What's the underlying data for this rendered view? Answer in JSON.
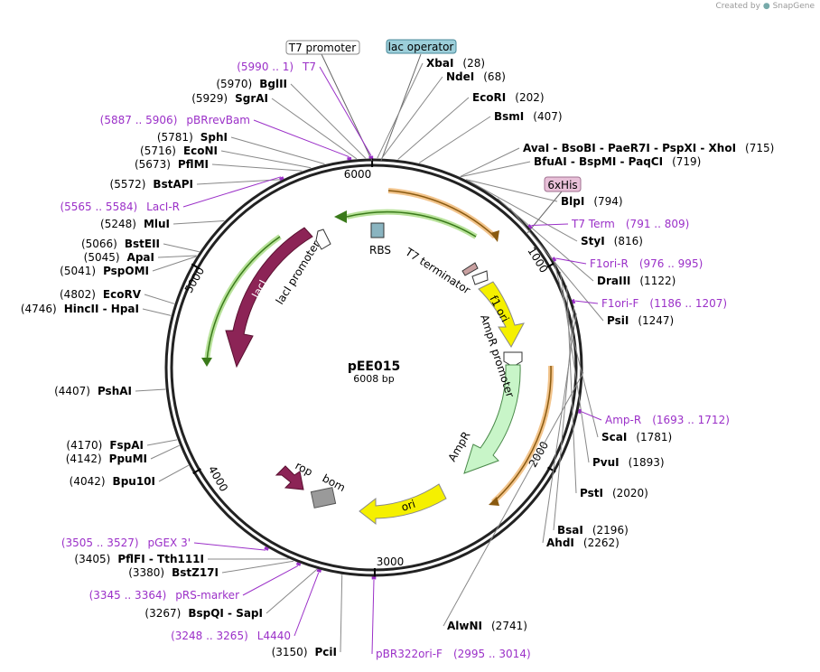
{
  "credit": {
    "prefix": "Created by",
    "brand": "SnapGene"
  },
  "plasmid": {
    "name": "pEE015",
    "length_label": "6008 bp",
    "length": 6008
  },
  "ticks": [
    {
      "bp": 1000,
      "label": "1000"
    },
    {
      "bp": 2000,
      "label": "2000"
    },
    {
      "bp": 3000,
      "label": "3000"
    },
    {
      "bp": 4000,
      "label": "4000"
    },
    {
      "bp": 5000,
      "label": "5000"
    },
    {
      "bp": 6000,
      "label": "6000"
    }
  ],
  "boxed_labels": [
    {
      "text": "T7 promoter",
      "style": "white"
    },
    {
      "text": "lac operator",
      "style": "blue"
    },
    {
      "text": "6xHis",
      "style": "pink"
    }
  ],
  "features": {
    "RBS": "RBS",
    "T7terminator": "T7 terminator",
    "lacI": "lacI",
    "lacIpromoter": "lacI promoter",
    "f1ori": "f1 ori",
    "AmpRpromoter": "AmpR promoter",
    "AmpR": "AmpR",
    "ori": "ori",
    "rop": "rop",
    "bom": "bom"
  },
  "enzymes": [
    {
      "name": "XbaI",
      "pos": "(28)"
    },
    {
      "name": "NdeI",
      "pos": "(68)"
    },
    {
      "name": "EcoRI",
      "pos": "(202)"
    },
    {
      "name": "BsmI",
      "pos": "(407)"
    },
    {
      "name": "AvaI  - BsoBI  - PaeR7I  - PspXI  - XhoI",
      "pos": "(715)"
    },
    {
      "name": "BfuAI  - BspMI  - PaqCI",
      "pos": "(719)"
    },
    {
      "name": "BlpI",
      "pos": "(794)"
    },
    {
      "name": "StyI",
      "pos": "(816)"
    },
    {
      "name": "DraIII",
      "pos": "(1122)"
    },
    {
      "name": "PsiI",
      "pos": "(1247)"
    },
    {
      "name": "ScaI",
      "pos": "(1781)"
    },
    {
      "name": "PvuI",
      "pos": "(1893)"
    },
    {
      "name": "PstI",
      "pos": "(2020)"
    },
    {
      "name": "BsaI",
      "pos": "(2196)"
    },
    {
      "name": "AhdI",
      "pos": "(2262)"
    },
    {
      "name": "AlwNI",
      "pos": "(2741)"
    },
    {
      "name": "PciI",
      "pos": "(3150)"
    },
    {
      "name": "BspQI  - SapI",
      "pos": "(3267)"
    },
    {
      "name": "BstZ17I",
      "pos": "(3380)"
    },
    {
      "name": "PflFI  - Tth111I",
      "pos": "(3405)"
    },
    {
      "name": "Bpu10I",
      "pos": "(4042)"
    },
    {
      "name": "PpuMI",
      "pos": "(4142)"
    },
    {
      "name": "FspAI",
      "pos": "(4170)"
    },
    {
      "name": "PshAI",
      "pos": "(4407)"
    },
    {
      "name": "HincII  - HpaI",
      "pos": "(4746)"
    },
    {
      "name": "EcoRV",
      "pos": "(4802)"
    },
    {
      "name": "PspOMI",
      "pos": "(5041)"
    },
    {
      "name": "ApaI",
      "pos": "(5045)"
    },
    {
      "name": "BstEII",
      "pos": "(5066)"
    },
    {
      "name": "MluI",
      "pos": "(5248)"
    },
    {
      "name": "BstAPI",
      "pos": "(5572)"
    },
    {
      "name": "PflMI",
      "pos": "(5673)"
    },
    {
      "name": "EcoNI",
      "pos": "(5716)"
    },
    {
      "name": "SphI",
      "pos": "(5781)"
    },
    {
      "name": "SgrAI",
      "pos": "(5929)"
    },
    {
      "name": "BglII",
      "pos": "(5970)"
    }
  ],
  "primers": [
    {
      "name": "T7",
      "range": "(5990 .. 1)"
    },
    {
      "name": "pBRrevBam",
      "range": "(5887 .. 5906)"
    },
    {
      "name": "LacI-R",
      "range": "(5565 .. 5584)"
    },
    {
      "name": "T7 Term",
      "range": "(791 .. 809)"
    },
    {
      "name": "F1ori-R",
      "range": "(976 .. 995)"
    },
    {
      "name": "F1ori-F",
      "range": "(1186 .. 1207)"
    },
    {
      "name": "Amp-R",
      "range": "(1693 .. 1712)"
    },
    {
      "name": "pBR322ori-F",
      "range": "(2995 .. 3014)"
    },
    {
      "name": "L4440",
      "range": "(3248 .. 3265)"
    },
    {
      "name": "pRS-marker",
      "range": "(3345 .. 3364)"
    },
    {
      "name": "pGEX 3'",
      "range": "(3505 .. 3527)"
    }
  ]
}
